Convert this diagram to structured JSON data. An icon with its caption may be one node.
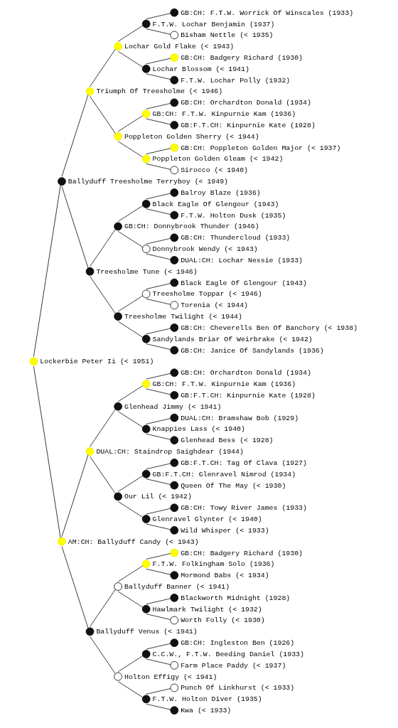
{
  "diagram": {
    "nodes": [
      {
        "text": [],
        "shape": "circle",
        "beside": [
          "GB:CH: F.T.W. Worrick Of Winscales (1933)"
        ]
      },
      {
        "text": [],
        "shape": "circle",
        "beside": [
          "F.T.W. Lochar Benjamin (1937)"
        ]
      },
      {
        "text": [],
        "shape": "circle",
        "beside": [
          "Bisham Nettle (< 1935)"
        ]
      },
      {
        "text": [],
        "shape": "circle",
        "beside": [
          "Lochar Gold Flake (< 1943)"
        ]
      },
      {
        "text": [],
        "shape": "circle",
        "beside": [
          "GB:CH: Badgery Richard (1930)"
        ]
      },
      {
        "text": [],
        "shape": "circle",
        "beside": [
          "Lochar Blossom (< 1941)"
        ]
      },
      {
        "text": [],
        "shape": "circle",
        "beside": [
          "F.T.W. Lochar Polly (1932)"
        ]
      },
      {
        "text": [],
        "shape": "circle",
        "beside": [
          "Triumph Of Treesholme (< 1946)"
        ]
      },
      {
        "text": [],
        "shape": "circle",
        "beside": [
          "GB:CH: Orchardton Donald (1934)"
        ]
      },
      {
        "text": [],
        "shape": "circle",
        "beside": [
          "GB:CH: F.T.W. Kinpurnie Kam (1936)"
        ]
      },
      {
        "text": [],
        "shape": "circle",
        "beside": [
          "GB:F.T.CH: Kinpurnie Kate (1928)"
        ]
      },
      {
        "text": [],
        "shape": "circle",
        "beside": [
          "Poppleton Golden Sherry (< 1944)"
        ]
      },
      {
        "text": [],
        "shape": "circle",
        "beside": [
          "GB:CH: Poppleton Golden Major (< 1937)"
        ]
      },
      {
        "text": [],
        "shape": "circle",
        "beside": [
          "Poppleton Golden Gleam (< 1942)"
        ]
      },
      {
        "text": [],
        "shape": "circle",
        "beside": [
          "Sirocco (< 1940)"
        ]
      },
      {
        "text": [],
        "shape": "circle",
        "beside": [
          "Ballyduff Treesholme Terryboy (< 1949)"
        ]
      },
      {
        "text": [],
        "shape": "circle",
        "beside": [
          "Balroy Blaze (1936)"
        ]
      },
      {
        "text": [],
        "shape": "circle",
        "beside": [
          "Black Eagle Of Glengour (1943)"
        ]
      },
      {
        "text": [],
        "shape": "circle",
        "beside": [
          "F.T.W. Holton Dusk (1935)"
        ]
      },
      {
        "text": [],
        "shape": "circle",
        "beside": [
          "GB:CH: Donnybrook Thunder (1946)"
        ]
      },
      {
        "text": [],
        "shape": "circle",
        "beside": [
          "GB:CH: Thundercloud (1933)"
        ]
      },
      {
        "text": [],
        "shape": "circle",
        "beside": [
          "Donnybrook Wendy (< 1943)"
        ]
      },
      {
        "text": [],
        "shape": "circle",
        "beside": [
          "DUAL:CH: Lochar Nessie (1933)"
        ]
      },
      {
        "text": [],
        "shape": "circle",
        "beside": [
          "Treesholme Tune (< 1946)"
        ]
      },
      {
        "text": [],
        "shape": "circle",
        "beside": [
          "Black Eagle Of Glengour (1943)"
        ]
      },
      {
        "text": [],
        "shape": "circle",
        "beside": [
          "Treesholme Toppar (< 1946)"
        ]
      },
      {
        "text": [],
        "shape": "circle",
        "beside": [
          "Torenia (< 1944)"
        ]
      },
      {
        "text": [],
        "shape": "circle",
        "beside": [
          "Treesholme Twilight (< 1944)"
        ]
      },
      {
        "text": [],
        "shape": "circle",
        "beside": [
          "GB:CH: Cheverells Ben Of Banchory (< 1938)"
        ]
      },
      {
        "text": [],
        "shape": "circle",
        "beside": [
          "Sandylands Briar Of Weirbrake (< 1942)"
        ]
      },
      {
        "text": [],
        "shape": "circle",
        "beside": [
          "GB:CH: Janice Of Sandylands (1936)"
        ]
      },
      {
        "text": [],
        "shape": "circle",
        "beside": [
          "Lockerbie Peter Ii (< 1951)"
        ]
      },
      {
        "text": [],
        "shape": "circle",
        "beside": [
          "GB:CH: Orchardton Donald (1934)"
        ]
      },
      {
        "text": [],
        "shape": "circle",
        "beside": [
          "GB:CH: F.T.W. Kinpurnie Kam (1936)"
        ]
      },
      {
        "text": [],
        "shape": "circle",
        "beside": [
          "GB:F.T.CH: Kinpurnie Kate (1928)"
        ]
      },
      {
        "text": [],
        "shape": "circle",
        "beside": [
          "Glenhead Jimmy (< 1941)"
        ]
      },
      {
        "text": [],
        "shape": "circle",
        "beside": [
          "DUAL:CH: Bramshaw Bob (1929)"
        ]
      },
      {
        "text": [],
        "shape": "circle",
        "beside": [
          "Knappies Lass (< 1940)"
        ]
      },
      {
        "text": [],
        "shape": "circle",
        "beside": [
          "Glenhead Bess (< 1928)"
        ]
      },
      {
        "text": [],
        "shape": "circle",
        "beside": [
          "DUAL:CH: Staindrop Saighdear (1944)"
        ]
      },
      {
        "text": [],
        "shape": "circle",
        "beside": [
          "GB:F.T.CH: Tag Of Clava (1927)"
        ]
      },
      {
        "text": [],
        "shape": "circle",
        "beside": [
          "GB:F.T.CH: Glenravel Nimrod (1934)"
        ]
      },
      {
        "text": [],
        "shape": "circle",
        "beside": [
          "Queen Of The May (< 1930)"
        ]
      },
      {
        "text": [],
        "shape": "circle",
        "beside": [
          "Our Lil (< 1942)"
        ]
      },
      {
        "text": [],
        "shape": "circle",
        "beside": [
          "GB:CH: Towy River James (1933)"
        ]
      },
      {
        "text": [],
        "shape": "circle",
        "beside": [
          "Glenravel Glynter (< 1940)"
        ]
      },
      {
        "text": [],
        "shape": "circle",
        "beside": [
          "Wild Whisper (< 1933)"
        ]
      },
      {
        "text": [],
        "shape": "circle",
        "beside": [
          "AM:CH: Ballyduff Candy (< 1943)"
        ]
      },
      {
        "text": [],
        "shape": "circle",
        "beside": [
          "GB:CH: Badgery Richard (1930)"
        ]
      },
      {
        "text": [],
        "shape": "circle",
        "beside": [
          "F.T.W. Folkingham Solo (1936)"
        ]
      },
      {
        "text": [],
        "shape": "circle",
        "beside": [
          "Mormond Babs (< 1934)"
        ]
      },
      {
        "text": [],
        "shape": "circle",
        "beside": [
          "Ballyduff Banner (< 1941)"
        ]
      },
      {
        "text": [],
        "shape": "circle",
        "beside": [
          "Blackworth Midnight (1928)"
        ]
      },
      {
        "text": [],
        "shape": "circle",
        "beside": [
          "Hawlmark Twilight (< 1932)"
        ]
      },
      {
        "text": [],
        "shape": "circle",
        "beside": [
          "Worth Folly (< 1930)"
        ]
      },
      {
        "text": [],
        "shape": "circle",
        "beside": [
          "Ballyduff Venus (< 1941)"
        ]
      },
      {
        "text": [],
        "shape": "circle",
        "beside": [
          "GB:CH: Ingleston Ben (1926)"
        ]
      },
      {
        "text": [],
        "shape": "circle",
        "beside": [
          "C.C.W., F.T.W. Beeding Daniel (1933)"
        ]
      },
      {
        "text": [],
        "shape": "circle",
        "beside": [
          "Farm Place Paddy (< 1937)"
        ]
      },
      {
        "text": [],
        "shape": "circle",
        "beside": [
          "Holton Effigy (< 1941)"
        ]
      },
      {
        "text": [],
        "shape": "circle",
        "beside": [
          "Punch Of Linkhurst (< 1933)"
        ]
      },
      {
        "text": [],
        "shape": "circle",
        "beside": [
          "F.T.W. Holton Diver (1935)"
        ]
      },
      {
        "text": [],
        "shape": "circle",
        "beside": [
          "Kwa (< 1933)"
        ]
      }
    ],
    "edges": [
      {
        "from": 31,
        "to": 15,
        "arrow": "none"
      },
      {
        "from": 15,
        "to": 7,
        "arrow": "none"
      },
      {
        "from": 7,
        "to": 3,
        "arrow": "none"
      },
      {
        "from": 3,
        "to": 1,
        "arrow": "none"
      },
      {
        "from": 1,
        "to": 0,
        "arrow": "none"
      },
      {
        "from": 1,
        "to": 2,
        "arrow": "none"
      },
      {
        "from": 3,
        "to": 5,
        "arrow": "none"
      },
      {
        "from": 5,
        "to": 4,
        "arrow": "none"
      },
      {
        "from": 5,
        "to": 6,
        "arrow": "none"
      },
      {
        "from": 7,
        "to": 11,
        "arrow": "none"
      },
      {
        "from": 11,
        "to": 9,
        "arrow": "none"
      },
      {
        "from": 9,
        "to": 8,
        "arrow": "none"
      },
      {
        "from": 9,
        "to": 10,
        "arrow": "none"
      },
      {
        "from": 11,
        "to": 13,
        "arrow": "none"
      },
      {
        "from": 13,
        "to": 12,
        "arrow": "none"
      },
      {
        "from": 13,
        "to": 14,
        "arrow": "none"
      },
      {
        "from": 15,
        "to": 23,
        "arrow": "none"
      },
      {
        "from": 23,
        "to": 19,
        "arrow": "none"
      },
      {
        "from": 19,
        "to": 17,
        "arrow": "none"
      },
      {
        "from": 17,
        "to": 16,
        "arrow": "none"
      },
      {
        "from": 17,
        "to": 18,
        "arrow": "none"
      },
      {
        "from": 19,
        "to": 21,
        "arrow": "none"
      },
      {
        "from": 21,
        "to": 20,
        "arrow": "none"
      },
      {
        "from": 21,
        "to": 22,
        "arrow": "none"
      },
      {
        "from": 23,
        "to": 27,
        "arrow": "none"
      },
      {
        "from": 27,
        "to": 25,
        "arrow": "none"
      },
      {
        "from": 25,
        "to": 24,
        "arrow": "none"
      },
      {
        "from": 25,
        "to": 26,
        "arrow": "none"
      },
      {
        "from": 27,
        "to": 29,
        "arrow": "none"
      },
      {
        "from": 29,
        "to": 28,
        "arrow": "none"
      },
      {
        "from": 29,
        "to": 30,
        "arrow": "none"
      },
      {
        "from": 31,
        "to": 47,
        "arrow": "none"
      },
      {
        "from": 47,
        "to": 39,
        "arrow": "none"
      },
      {
        "from": 39,
        "to": 35,
        "arrow": "none"
      },
      {
        "from": 35,
        "to": 33,
        "arrow": "none"
      },
      {
        "from": 33,
        "to": 32,
        "arrow": "none"
      },
      {
        "from": 33,
        "to": 34,
        "arrow": "none"
      },
      {
        "from": 35,
        "to": 37,
        "arrow": "none"
      },
      {
        "from": 37,
        "to": 36,
        "arrow": "none"
      },
      {
        "from": 37,
        "to": 38,
        "arrow": "none"
      },
      {
        "from": 39,
        "to": 43,
        "arrow": "none"
      },
      {
        "from": 43,
        "to": 41,
        "arrow": "none"
      },
      {
        "from": 41,
        "to": 40,
        "arrow": "none"
      },
      {
        "from": 41,
        "to": 42,
        "arrow": "none"
      },
      {
        "from": 43,
        "to": 45,
        "arrow": "none"
      },
      {
        "from": 45,
        "to": 44,
        "arrow": "none"
      },
      {
        "from": 45,
        "to": 46,
        "arrow": "none"
      },
      {
        "from": 47,
        "to": 55,
        "arrow": "none"
      },
      {
        "from": 55,
        "to": 51,
        "arrow": "none"
      },
      {
        "from": 51,
        "to": 49,
        "arrow": "none"
      },
      {
        "from": 49,
        "to": 48,
        "arrow": "none"
      },
      {
        "from": 49,
        "to": 50,
        "arrow": "none"
      },
      {
        "from": 51,
        "to": 53,
        "arrow": "none"
      },
      {
        "from": 53,
        "to": 52,
        "arrow": "none"
      },
      {
        "from": 53,
        "to": 54,
        "arrow": "none"
      },
      {
        "from": 55,
        "to": 59,
        "arrow": "none"
      },
      {
        "from": 59,
        "to": 57,
        "arrow": "none"
      },
      {
        "from": 57,
        "to": 56,
        "arrow": "none"
      },
      {
        "from": 57,
        "to": 58,
        "arrow": "none"
      },
      {
        "from": 59,
        "to": 61,
        "arrow": "none"
      },
      {
        "from": 61,
        "to": 60,
        "arrow": "none"
      },
      {
        "from": 61,
        "to": 62,
        "arrow": "none"
      }
    ]
  }
}
